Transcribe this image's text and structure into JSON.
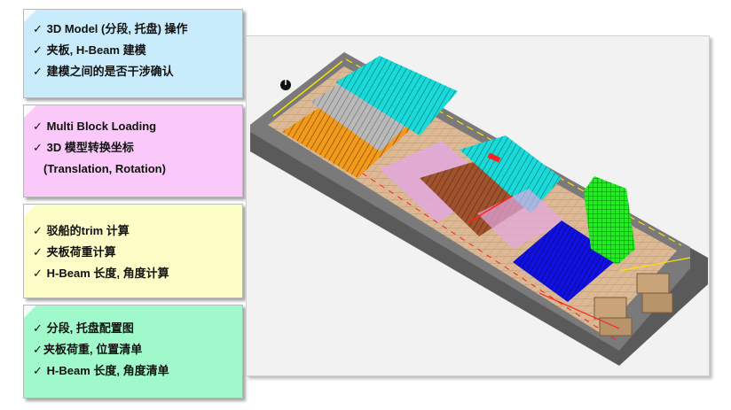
{
  "cards": [
    {
      "lines": [
        "3D Model (分段, 托盘) 操作",
        "夹板, H-Beam 建模",
        "建模之间的是否干涉确认"
      ]
    },
    {
      "lines": [
        "Multi Block Loading",
        "3D 模型转换坐标",
        "(Translation, Rotation)"
      ]
    },
    {
      "lines": [
        "驳船的trim 计算",
        "夹板荷重计算",
        "H-Beam 长度, 角度计算"
      ]
    },
    {
      "lines": [
        "分段, 托盘配置图",
        "夹板荷重, 位置清单",
        "H-Beam 长度, 角度清单"
      ]
    }
  ],
  "check_mark": "✓",
  "colors": {
    "card1": "#c8ecfb",
    "card2": "#fbc9f9",
    "card3": "#fcfcc6",
    "card4": "#9ff9cb",
    "barge_hull": "#6e6e6e",
    "deck": "#dcb894",
    "block_cyan": "#19d9d9",
    "block_orange": "#f29a1c",
    "block_gray": "#b9b9b9",
    "block_brown": "#a0522d",
    "block_blue": "#1010e0",
    "block_green": "#22ee22",
    "block_tan": "#c9a47a",
    "highlight_red": "#ff2020",
    "highlight_yellow": "#ffe000"
  }
}
